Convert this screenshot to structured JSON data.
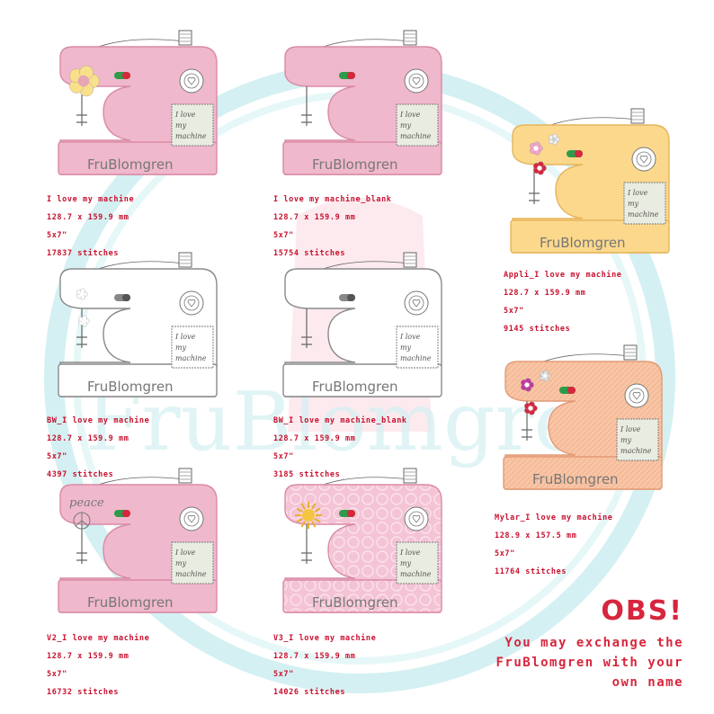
{
  "brand": {
    "watermark": "FruBlomgren",
    "machine_logo": "FruBlomgren",
    "patch_text": [
      "I love",
      "my",
      "machine"
    ],
    "peace_text": "peace"
  },
  "colors": {
    "pink": "#f0b8cc",
    "pink_light": "#f7d3df",
    "yellow": "#fbd88c",
    "peach": "#f8c6a6",
    "caption_red": "#c8102e",
    "obs_red": "#d7263d",
    "watermark_circle": "#cdeef0"
  },
  "designs": [
    {
      "style": "pink",
      "decoration": "flower",
      "name": "I love my machine",
      "size": "128.7 x 159.9 mm",
      "hoop": "5x7\"",
      "stitches": "17837 stitches"
    },
    {
      "style": "pink",
      "decoration": "none",
      "name": "I love my machine_blank",
      "size": "128.7 x 159.9 mm",
      "hoop": "5x7\"",
      "stitches": "15754 stitches"
    },
    {
      "style": "yellow",
      "decoration": "appli-flowers",
      "name": "Appli_I love my machine",
      "size": "128.7 x 159.9 mm",
      "hoop": "5x7\"",
      "stitches": "9145 stitches"
    },
    {
      "style": "outline",
      "decoration": "outline-flowers",
      "name": "BW_I love my machine",
      "size": "128.7 x 159.9 mm",
      "hoop": "5x7\"",
      "stitches": "4397 stitches"
    },
    {
      "style": "outline",
      "decoration": "none",
      "name": "BW_I love my machine_blank",
      "size": "128.7 x 159.9 mm",
      "hoop": "5x7\"",
      "stitches": "3185 stitches"
    },
    {
      "style": "peach",
      "decoration": "mylar-flowers",
      "name": "Mylar_I love my machine",
      "size": "128.9 x 157.5 mm",
      "hoop": "5x7\"",
      "stitches": "11764 stitches"
    },
    {
      "style": "pink",
      "decoration": "peace",
      "name": "V2_I love my machine",
      "size": "128.7 x 159.9 mm",
      "hoop": "5x7\"",
      "stitches": "16732 stitches"
    },
    {
      "style": "pink-dots",
      "decoration": "sun",
      "name": "V3_I love my machine",
      "size": "128.7 x 159.9 mm",
      "hoop": "5x7\"",
      "stitches": "14026 stitches"
    }
  ],
  "notice": {
    "title": "OBS!",
    "lines": [
      "You may exchange the",
      "FruBlomgren with your",
      "own name"
    ]
  }
}
